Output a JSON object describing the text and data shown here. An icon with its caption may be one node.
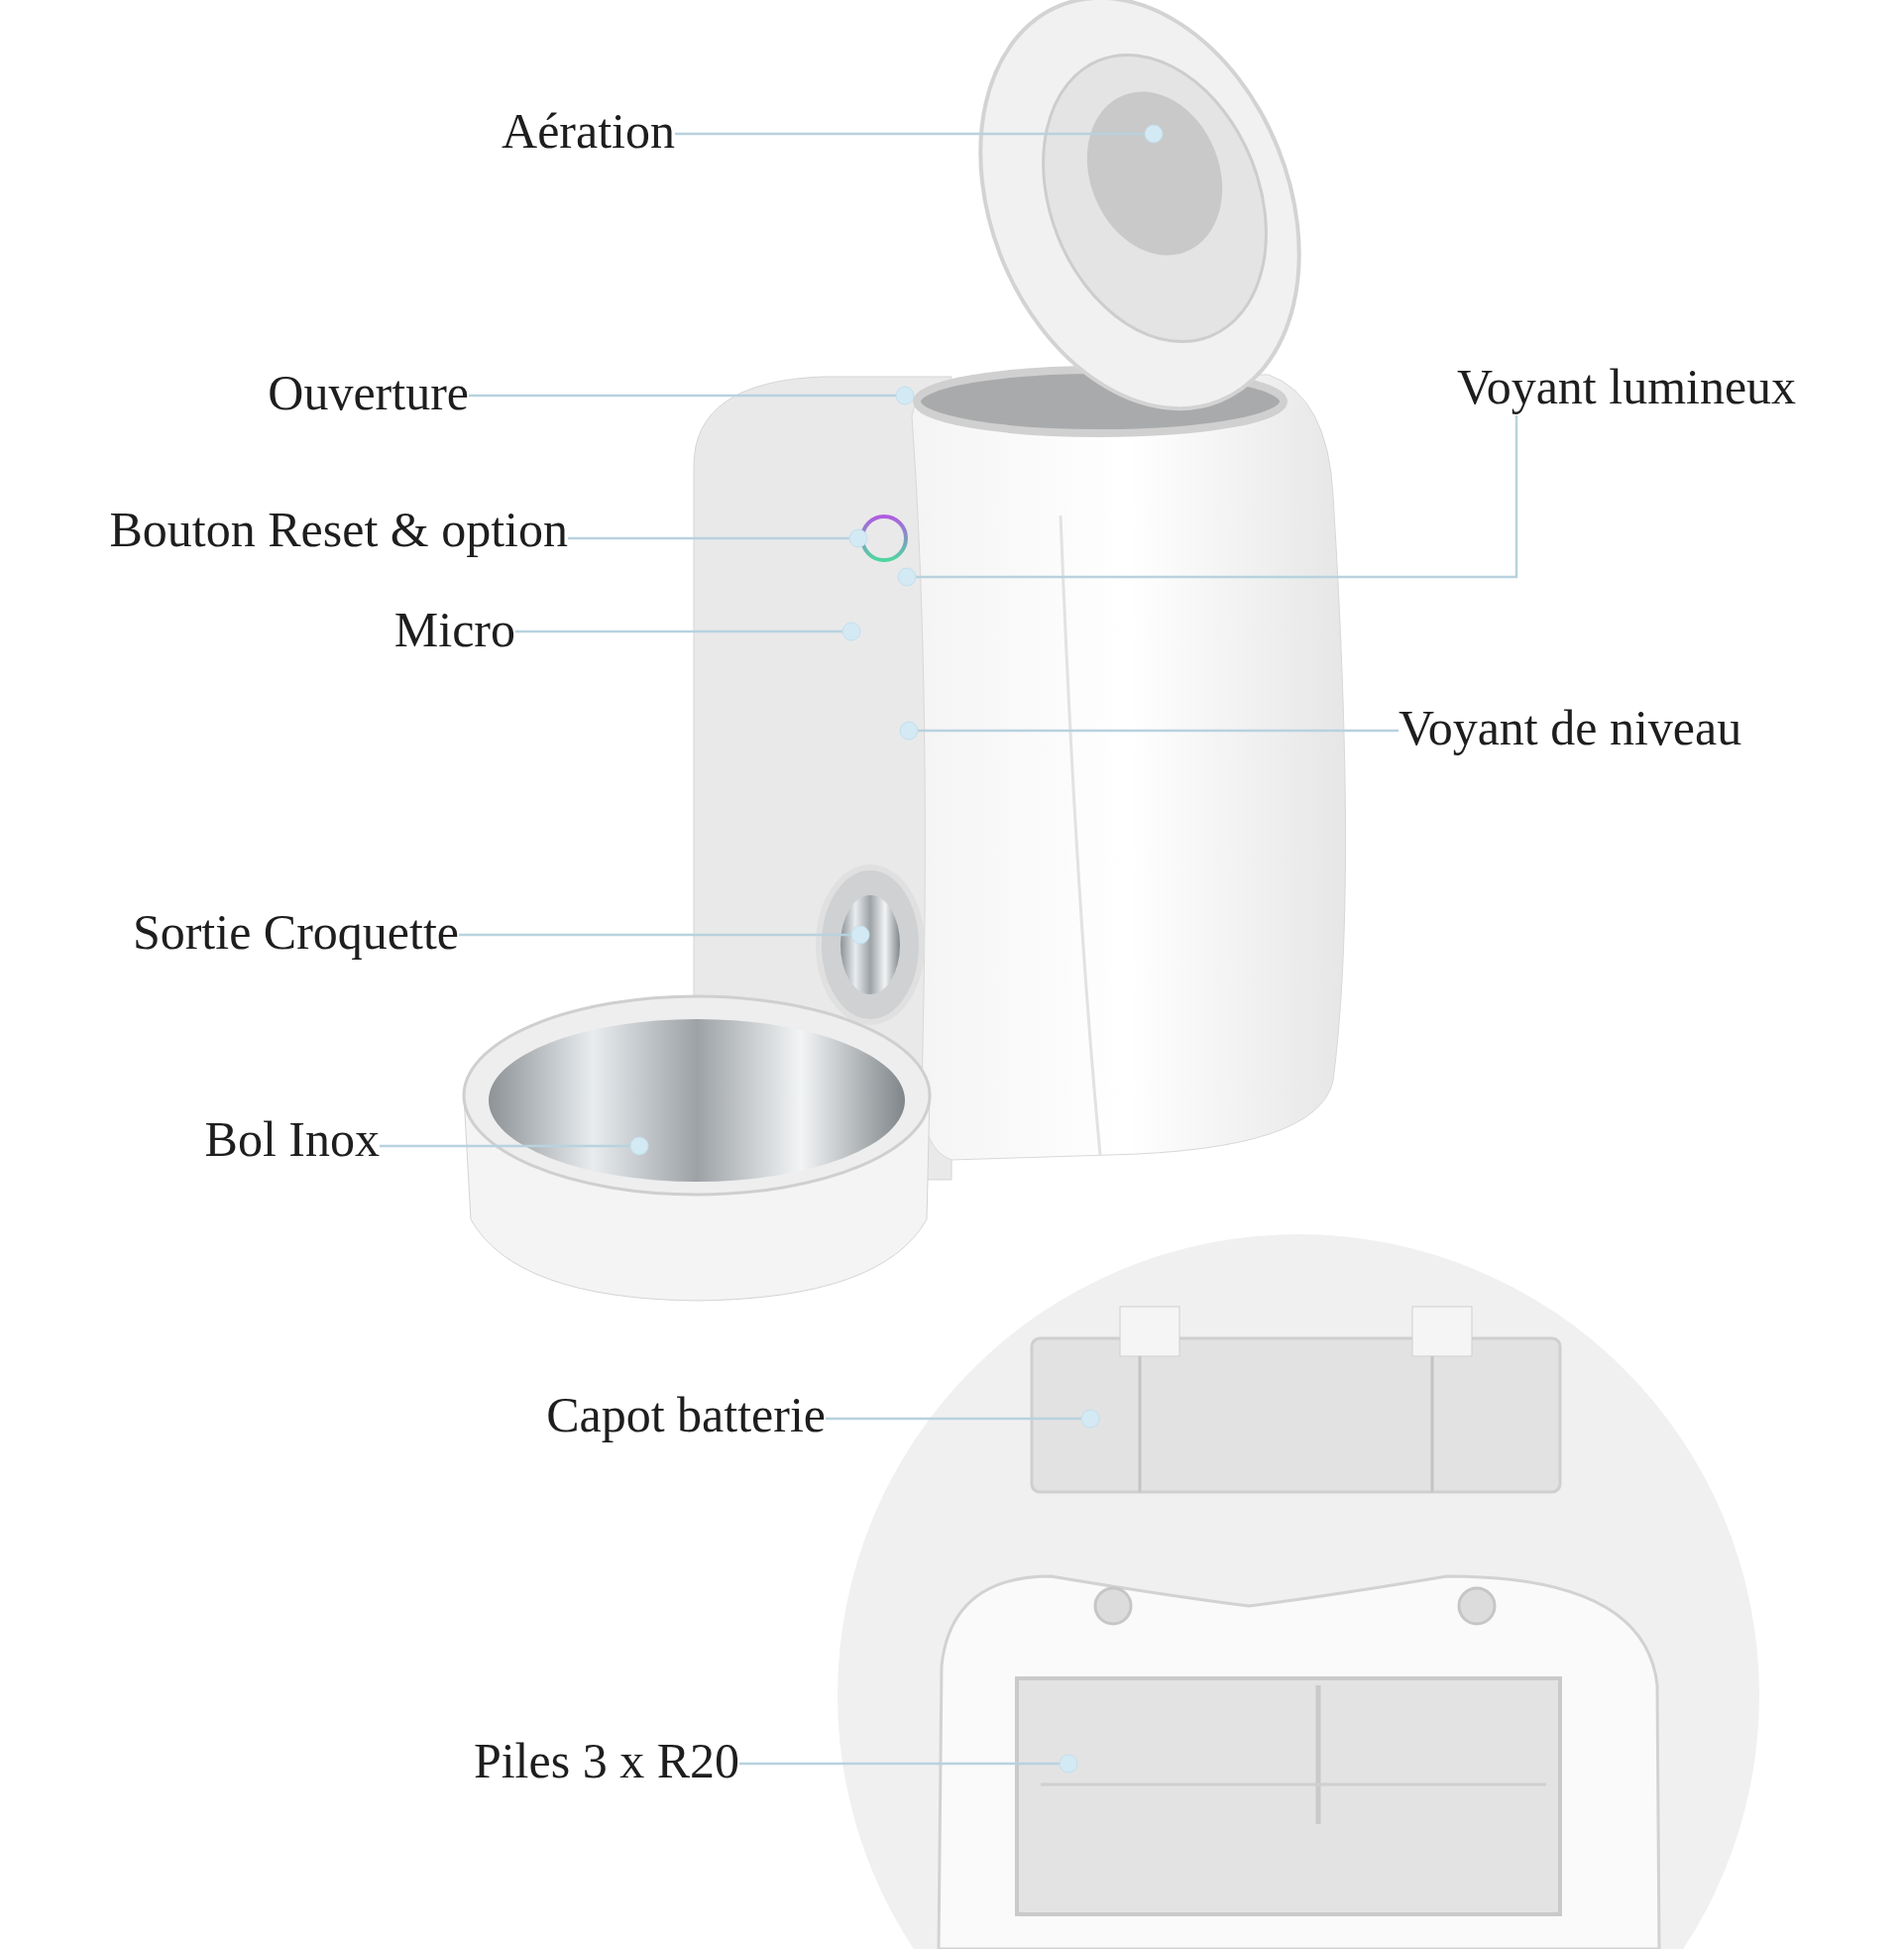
{
  "diagram": {
    "nodes": [
      {
        "text": [
          "Aération"
        ]
      },
      {
        "text": [
          "Ouverture"
        ]
      },
      {
        "text": [
          "Bouton Reset & option"
        ]
      },
      {
        "text": [
          "Micro"
        ]
      },
      {
        "text": [
          "Voyant lumineux"
        ]
      },
      {
        "text": [
          "Voyant de niveau"
        ]
      },
      {
        "text": [
          "Sortie Croquette"
        ]
      },
      {
        "text": [
          "Bol Inox"
        ]
      },
      {
        "text": [
          "Capot batterie"
        ]
      },
      {
        "text": [
          "Piles 3 x R20"
        ]
      },
      {
        "text": [],
        "shape": "circle"
      },
      {
        "text": [],
        "shape": "circle"
      },
      {
        "text": [],
        "shape": "circle"
      },
      {
        "text": [],
        "shape": "circle"
      },
      {
        "text": [],
        "shape": "circle"
      },
      {
        "text": [],
        "shape": "circle"
      },
      {
        "text": [],
        "shape": "circle"
      },
      {
        "text": [],
        "shape": "circle"
      },
      {
        "text": [],
        "shape": "circle"
      },
      {
        "text": [],
        "shape": "circle"
      }
    ],
    "edges": [
      {
        "from": 0,
        "to": 10,
        "arrow": "none"
      },
      {
        "from": 1,
        "to": 11,
        "arrow": "none"
      },
      {
        "from": 2,
        "to": 12,
        "arrow": "none"
      },
      {
        "from": 3,
        "to": 13,
        "arrow": "none"
      },
      {
        "from": 4,
        "to": 14,
        "arrow": "none"
      },
      {
        "from": 5,
        "to": 15,
        "arrow": "none"
      },
      {
        "from": 6,
        "to": 16,
        "arrow": "none"
      },
      {
        "from": 7,
        "to": 17,
        "arrow": "none"
      },
      {
        "from": 8,
        "to": 18,
        "arrow": "none"
      },
      {
        "from": 9,
        "to": 19,
        "arrow": "none"
      }
    ]
  }
}
